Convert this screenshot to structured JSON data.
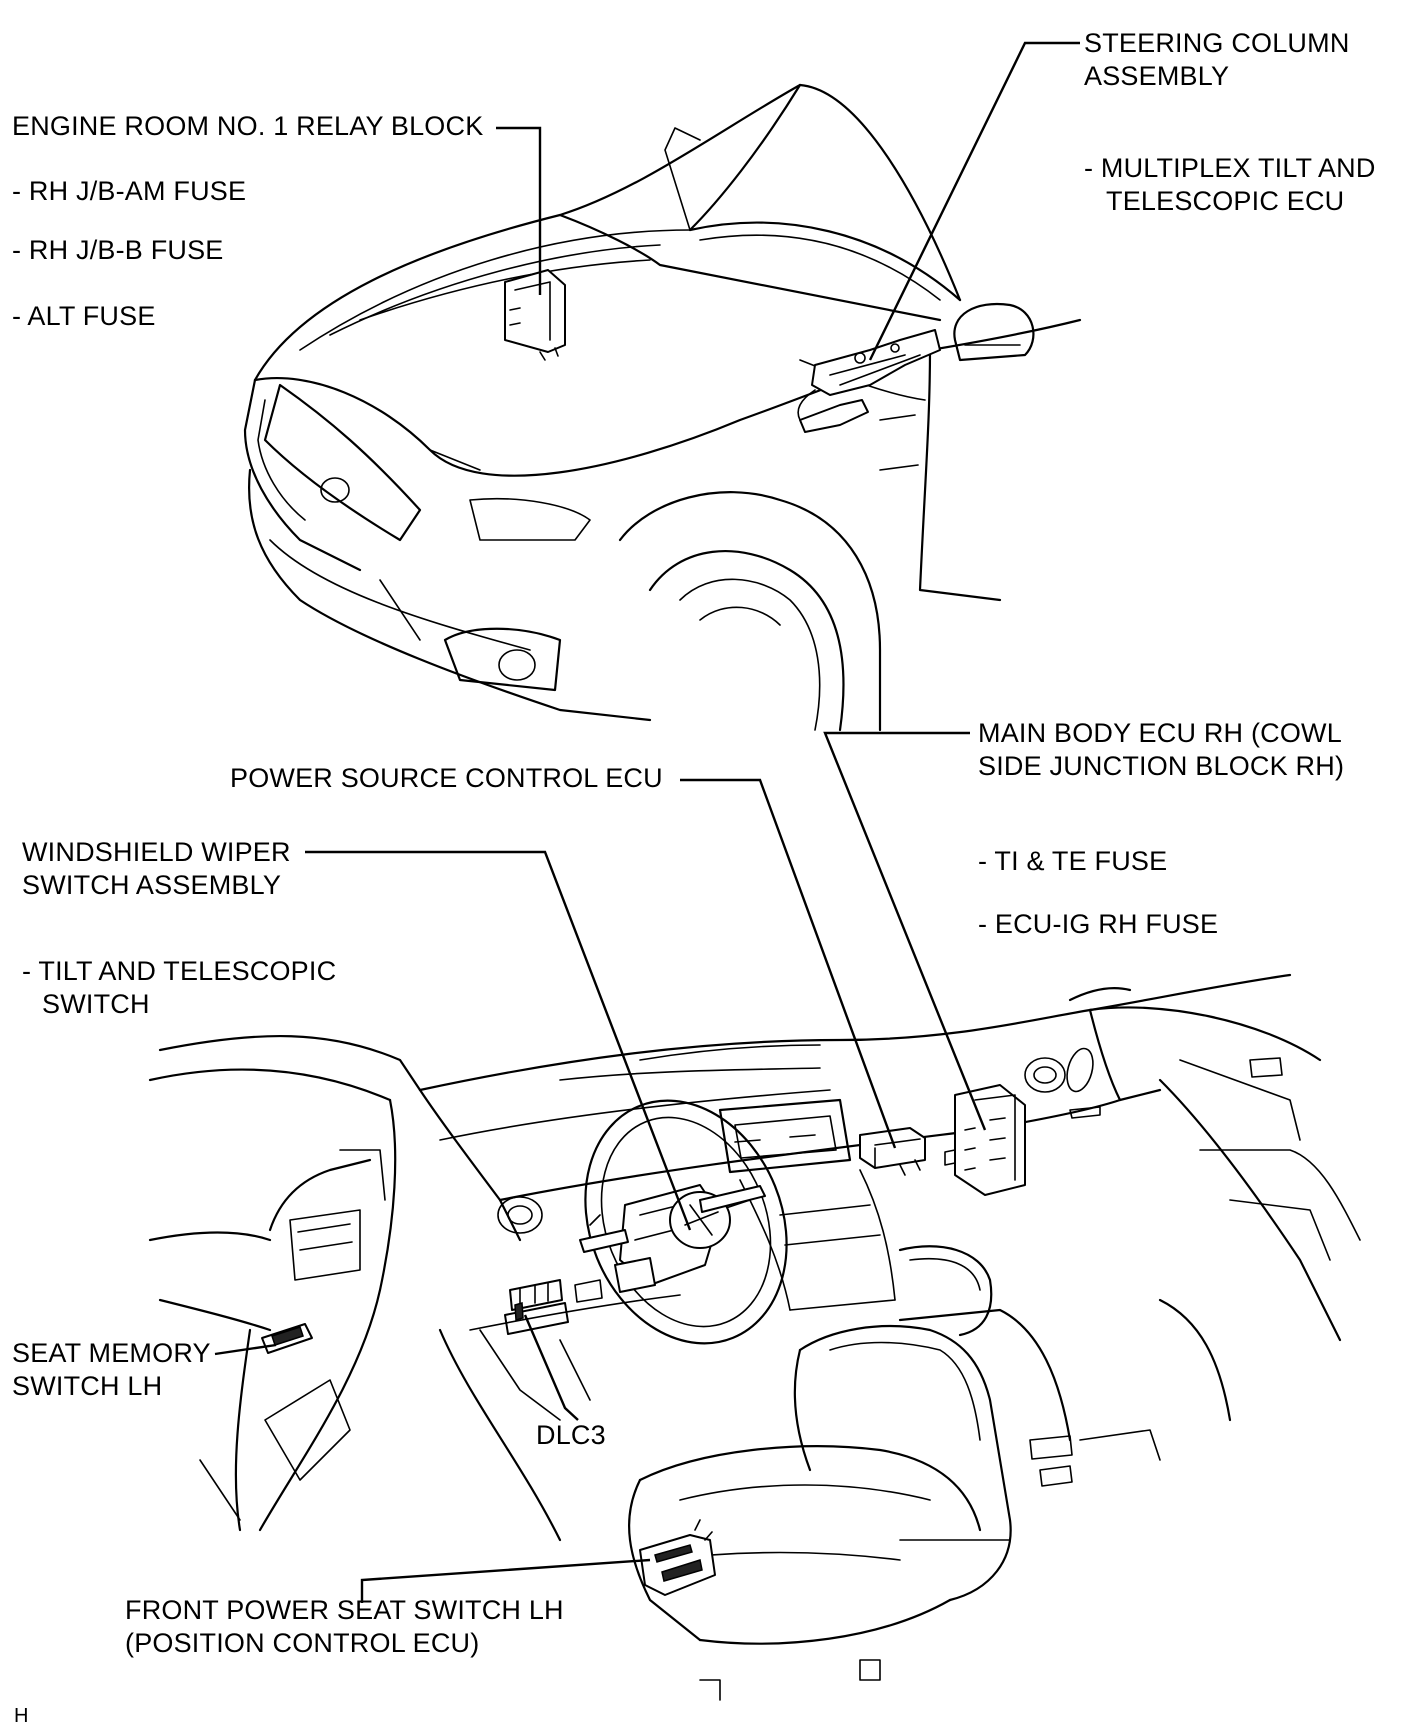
{
  "labels": {
    "engine_relay": {
      "title": "ENGINE ROOM NO. 1 RELAY BLOCK",
      "items": [
        "- RH J/B-AM FUSE",
        "- RH J/B-B FUSE",
        "- ALT FUSE"
      ]
    },
    "steering_column": {
      "line1": "STEERING COLUMN",
      "line2": "ASSEMBLY",
      "item_line1": "- MULTIPLEX TILT AND",
      "item_line2": "TELESCOPIC ECU"
    },
    "main_body_ecu": {
      "line1": "MAIN BODY ECU RH (COWL",
      "line2": "SIDE JUNCTION BLOCK RH)",
      "items": [
        "- TI & TE FUSE",
        "- ECU-IG RH FUSE"
      ]
    },
    "power_source_ecu": "POWER SOURCE CONTROL ECU",
    "wiper_switch": {
      "line1": "WINDSHIELD WIPER",
      "line2": "SWITCH ASSEMBLY",
      "item_line1": "- TILT AND TELESCOPIC",
      "item_line2": "SWITCH"
    },
    "seat_memory": {
      "line1": "SEAT MEMORY",
      "line2": "SWITCH LH"
    },
    "dlc3": "DLC3",
    "front_power_seat": {
      "line1": "FRONT POWER SEAT SWITCH LH",
      "line2": "(POSITION CONTROL ECU)"
    },
    "corner_code": "H"
  }
}
